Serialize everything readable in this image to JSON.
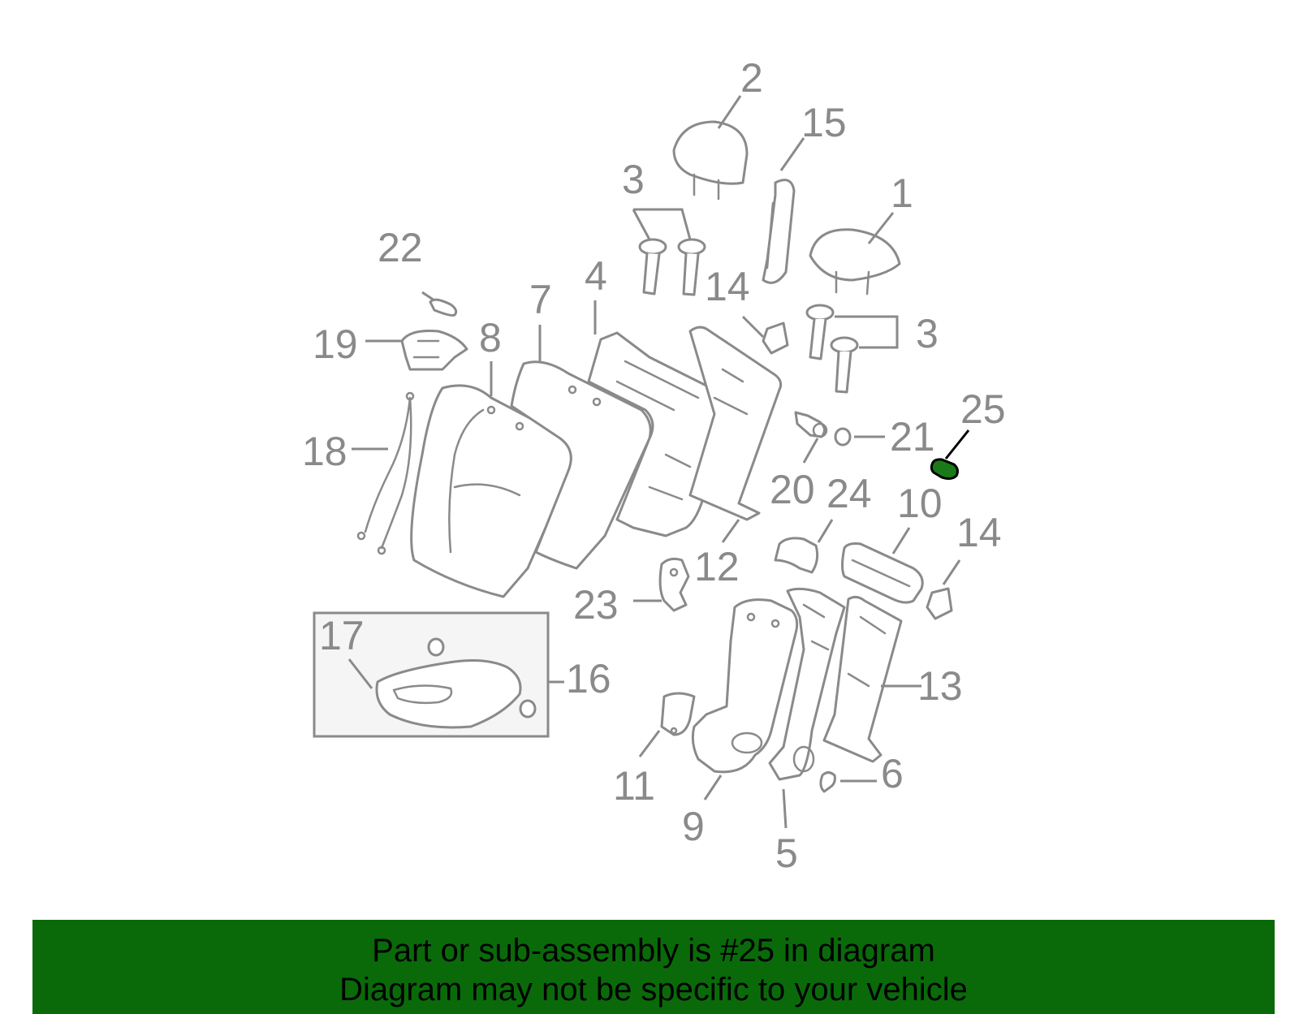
{
  "diagram": {
    "labels": {
      "l1": "1",
      "l2": "2",
      "l3a": "3",
      "l3b": "3",
      "l4": "4",
      "l5": "5",
      "l6": "6",
      "l7": "7",
      "l8": "8",
      "l9": "9",
      "l10": "10",
      "l11": "11",
      "l12": "12",
      "l13": "13",
      "l14a": "14",
      "l14b": "14",
      "l15": "15",
      "l16": "16",
      "l17": "17",
      "l18": "18",
      "l19": "19",
      "l20": "20",
      "l21": "21",
      "l22": "22",
      "l23": "23",
      "l24": "24",
      "l25": "25"
    },
    "highlighted_part": "25",
    "colors": {
      "part_line": "#8a8a8a",
      "highlight": "#000000",
      "highlight_fill": "#1a7a1a",
      "inset_bg": "#f5f5f5"
    }
  },
  "banner": {
    "line1": "Part or sub-assembly is #25 in diagram",
    "line2": "Diagram may not be specific to your vehicle",
    "color": "#0a6a0a"
  }
}
